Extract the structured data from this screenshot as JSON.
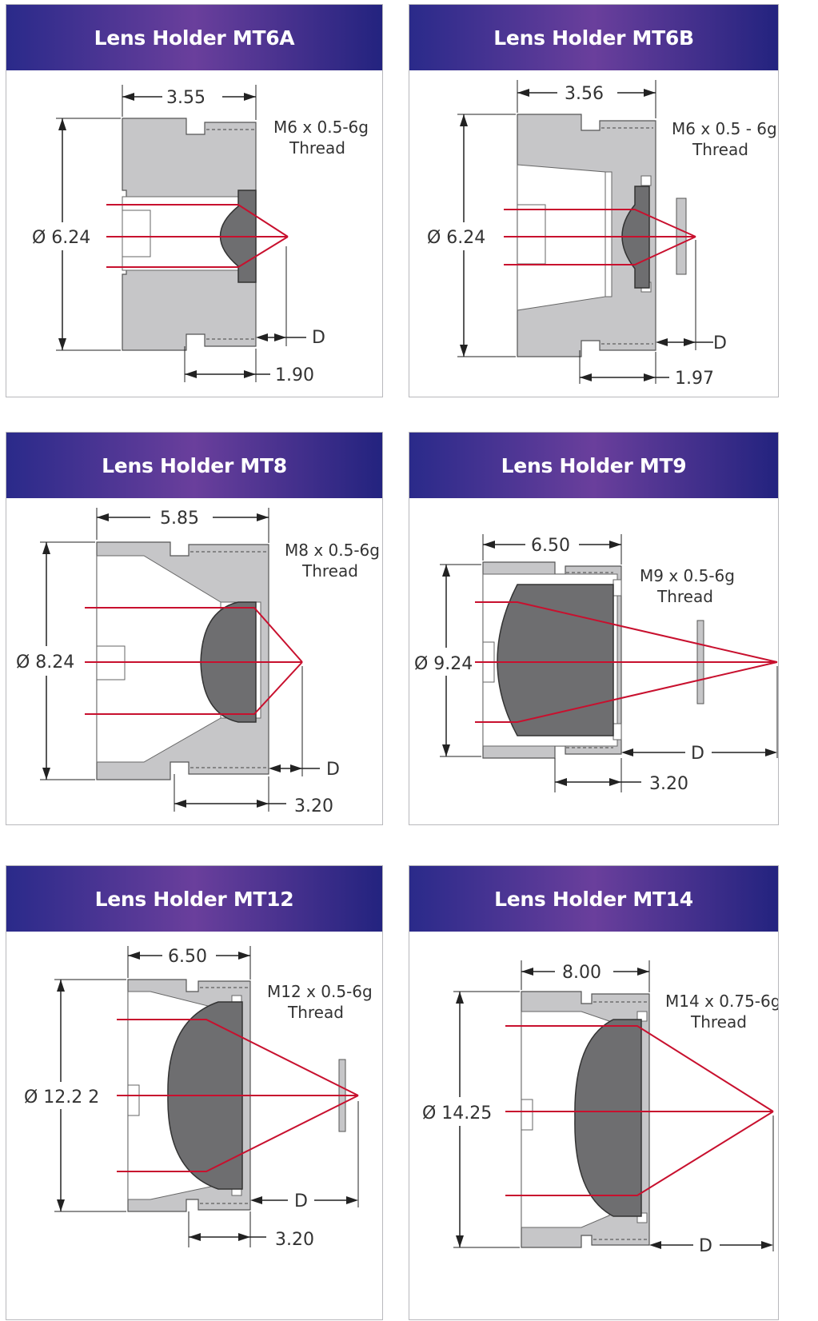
{
  "holders": [
    {
      "title": "Lens Holder MT6A",
      "length": "3.55",
      "diameter": "Ø 6.24",
      "thread_spec": "M6 x 0.5-6g",
      "thread_word": "Thread",
      "back_offset": "1.90",
      "d_label": "D"
    },
    {
      "title": "Lens Holder MT6B",
      "length": "3.56",
      "diameter": "Ø 6.24",
      "thread_spec": "M6 x 0.5 - 6g",
      "thread_word": "Thread",
      "back_offset": "1.97",
      "d_label": "D"
    },
    {
      "title": "Lens Holder MT8",
      "length": "5.85",
      "diameter": "Ø 8.24",
      "thread_spec": "M8 x 0.5-6g",
      "thread_word": "Thread",
      "back_offset": "3.20",
      "d_label": "D"
    },
    {
      "title": "Lens Holder MT9",
      "length": "6.50",
      "diameter": "Ø 9.24",
      "thread_spec": "M9 x 0.5-6g",
      "thread_word": "Thread",
      "back_offset": "3.20",
      "d_label": "D"
    },
    {
      "title": "Lens Holder MT12",
      "length": "6.50",
      "diameter": "Ø 12.2 2",
      "thread_spec": "M12 x 0.5-6g",
      "thread_word": "Thread",
      "back_offset": "3.20",
      "d_label": "D"
    },
    {
      "title": "Lens Holder MT14",
      "length": "8.00",
      "diameter": "Ø 14.25",
      "thread_spec": "M14 x 0.75-6g",
      "thread_word": "Thread",
      "back_offset": "",
      "d_label": "D"
    }
  ],
  "colors": {
    "header_start": "#2a2a8a",
    "header_mid": "#6a3f9c",
    "ray": "#c8102e",
    "body": "#c6c6c8",
    "lens": "#6e6e70"
  }
}
